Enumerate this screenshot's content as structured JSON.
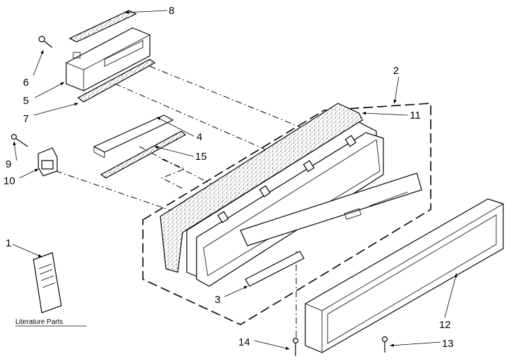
{
  "labels": {
    "l1": "1",
    "l2": "2",
    "l3": "3",
    "l4": "4",
    "l5": "5",
    "l6": "6",
    "l7": "7",
    "l8": "8",
    "l9": "9",
    "l10": "10",
    "l11": "11",
    "l12": "12",
    "l13": "13",
    "l14": "14",
    "l15": "15"
  },
  "literature_caption": "Literature Parts"
}
